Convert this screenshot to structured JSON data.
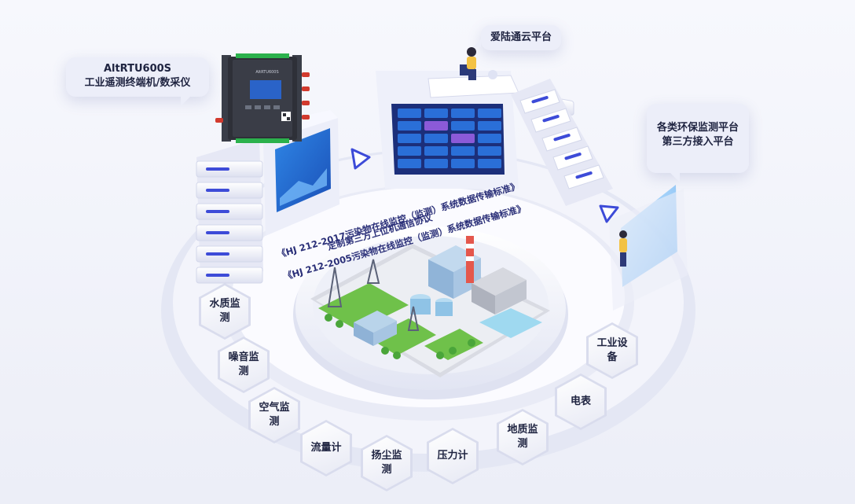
{
  "callouts": {
    "rtu": {
      "line1": "AltRTU600S",
      "line2": "工业遥测终端机/数采仪"
    },
    "cloud": {
      "label": "爱陆通云平台"
    },
    "env": {
      "line1": "各类环保监测平台",
      "line2": "第三方接入平台"
    }
  },
  "protocols": {
    "line1": "《HJ 212-2017污染物在线监控（监测）系统数据传输标准》",
    "line2": "《HJ 212-2005污染物在线监控（监测）系统数据传输标准》",
    "line3": "定制第三方上位机通信协议"
  },
  "device": {
    "brand": "AltRTU600S"
  },
  "hexes": [
    {
      "label": "水质监测"
    },
    {
      "label": "噪音监测"
    },
    {
      "label": "空气监测"
    },
    {
      "label": "流量计"
    },
    {
      "label": "扬尘监测"
    },
    {
      "label": "压力计"
    },
    {
      "label": "地质监测"
    },
    {
      "label": "电表"
    },
    {
      "label": "工业设备"
    }
  ],
  "colors": {
    "accent": "#3d4bd8",
    "platform": "#eef0fa",
    "screen": "#2a6fd8",
    "grass": "#6fc14a"
  }
}
